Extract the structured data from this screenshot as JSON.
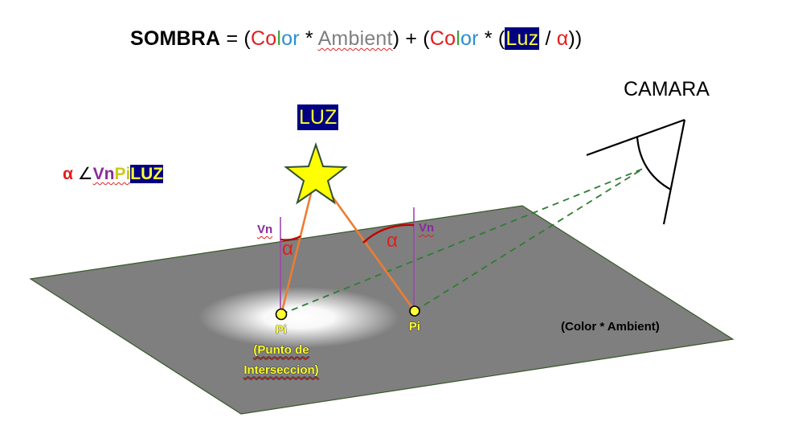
{
  "formula": {
    "sombra": "SOMBRA",
    "eq": " = (",
    "color1": [
      "C",
      "o",
      "l",
      "o",
      "r"
    ],
    "mult1": " * ",
    "ambient": "Ambient",
    "mid": ") + (",
    "color2": [
      "C",
      "o",
      "l",
      "o",
      "r"
    ],
    "mult2": " * (",
    "luz": "Luz",
    "div": " / ",
    "alpha": "α",
    "end": "))"
  },
  "camera_label": "CAMARA",
  "light_label": "LUZ",
  "angle_definition": {
    "alpha": "α",
    "angle_symbol": " ∠",
    "vn": "Vn",
    "pi": "Pi",
    "luz": "LUZ"
  },
  "normal_label_left": "Vn",
  "normal_label_right": "Vn",
  "alpha_left": "α",
  "alpha_right": "α",
  "point_left_label": "Pi",
  "point_left_sub1": "(Punto de",
  "point_left_sub2": "Interseccion)",
  "point_right_label": "Pi",
  "ambient_label": "(Color * Ambient)",
  "colors": {
    "plane": "#7f7f7f",
    "light_ray": "#ed7d31",
    "camera_ray": "#2e7d32",
    "normal": "#a044b0",
    "star": "#ffff00",
    "luz_bg": "#000080",
    "alpha": "#e31d1d"
  }
}
